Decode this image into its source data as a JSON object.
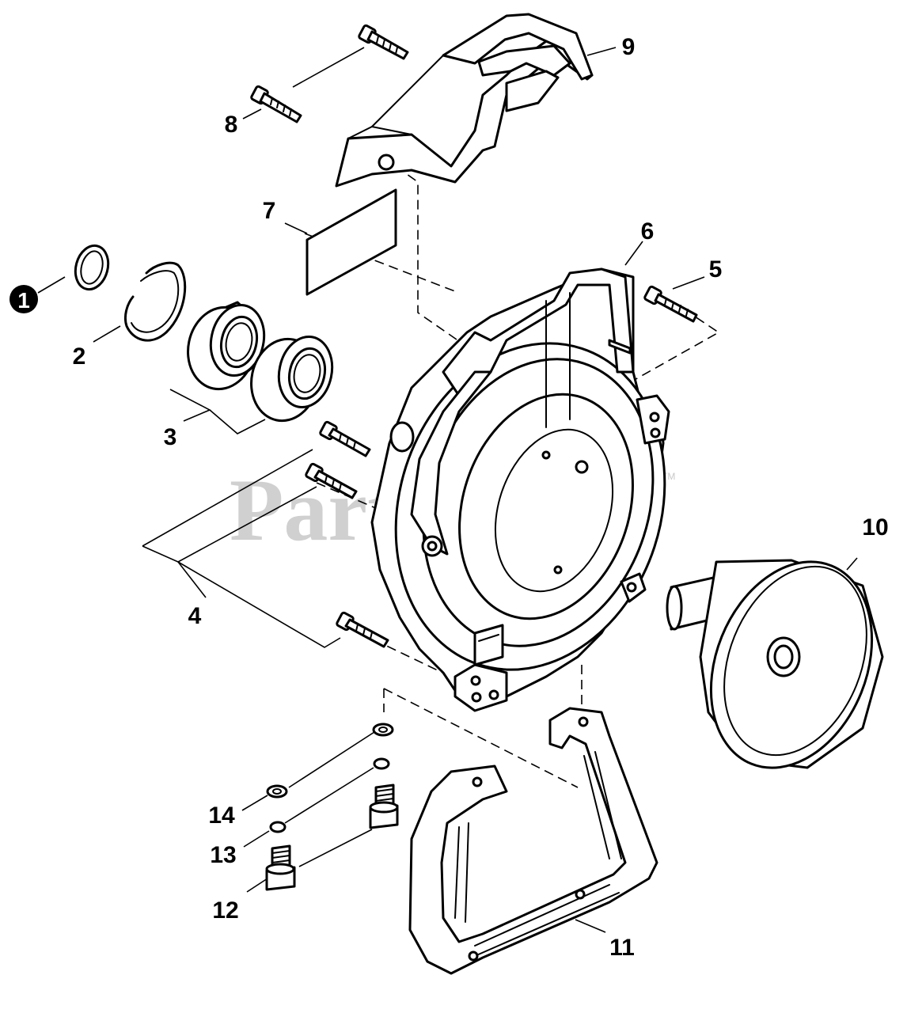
{
  "watermark": {
    "text": "PartsTree",
    "trademark": "TM"
  },
  "callouts": {
    "c1": "1",
    "c2": "2",
    "c3": "3",
    "c4": "4",
    "c5": "5",
    "c6": "6",
    "c7": "7",
    "c8": "8",
    "c9": "9",
    "c10": "10",
    "c11": "11",
    "c12": "12",
    "c13": "13",
    "c14": "14"
  },
  "parts": [
    {
      "ref": "1",
      "icon": "snap-ring-icon"
    },
    {
      "ref": "2",
      "icon": "retaining-ring-icon"
    },
    {
      "ref": "3",
      "icon": "ball-bearing-icon"
    },
    {
      "ref": "4",
      "icon": "bolt-icon"
    },
    {
      "ref": "5",
      "icon": "bolt-icon"
    },
    {
      "ref": "6",
      "icon": "clutch-housing-icon"
    },
    {
      "ref": "7",
      "icon": "label-icon"
    },
    {
      "ref": "8",
      "icon": "bolt-icon"
    },
    {
      "ref": "9",
      "icon": "guard-icon"
    },
    {
      "ref": "10",
      "icon": "clutch-drum-icon"
    },
    {
      "ref": "11",
      "icon": "handle-icon"
    },
    {
      "ref": "12",
      "icon": "screw-icon"
    },
    {
      "ref": "13",
      "icon": "spring-washer-icon"
    },
    {
      "ref": "14",
      "icon": "washer-icon"
    }
  ]
}
